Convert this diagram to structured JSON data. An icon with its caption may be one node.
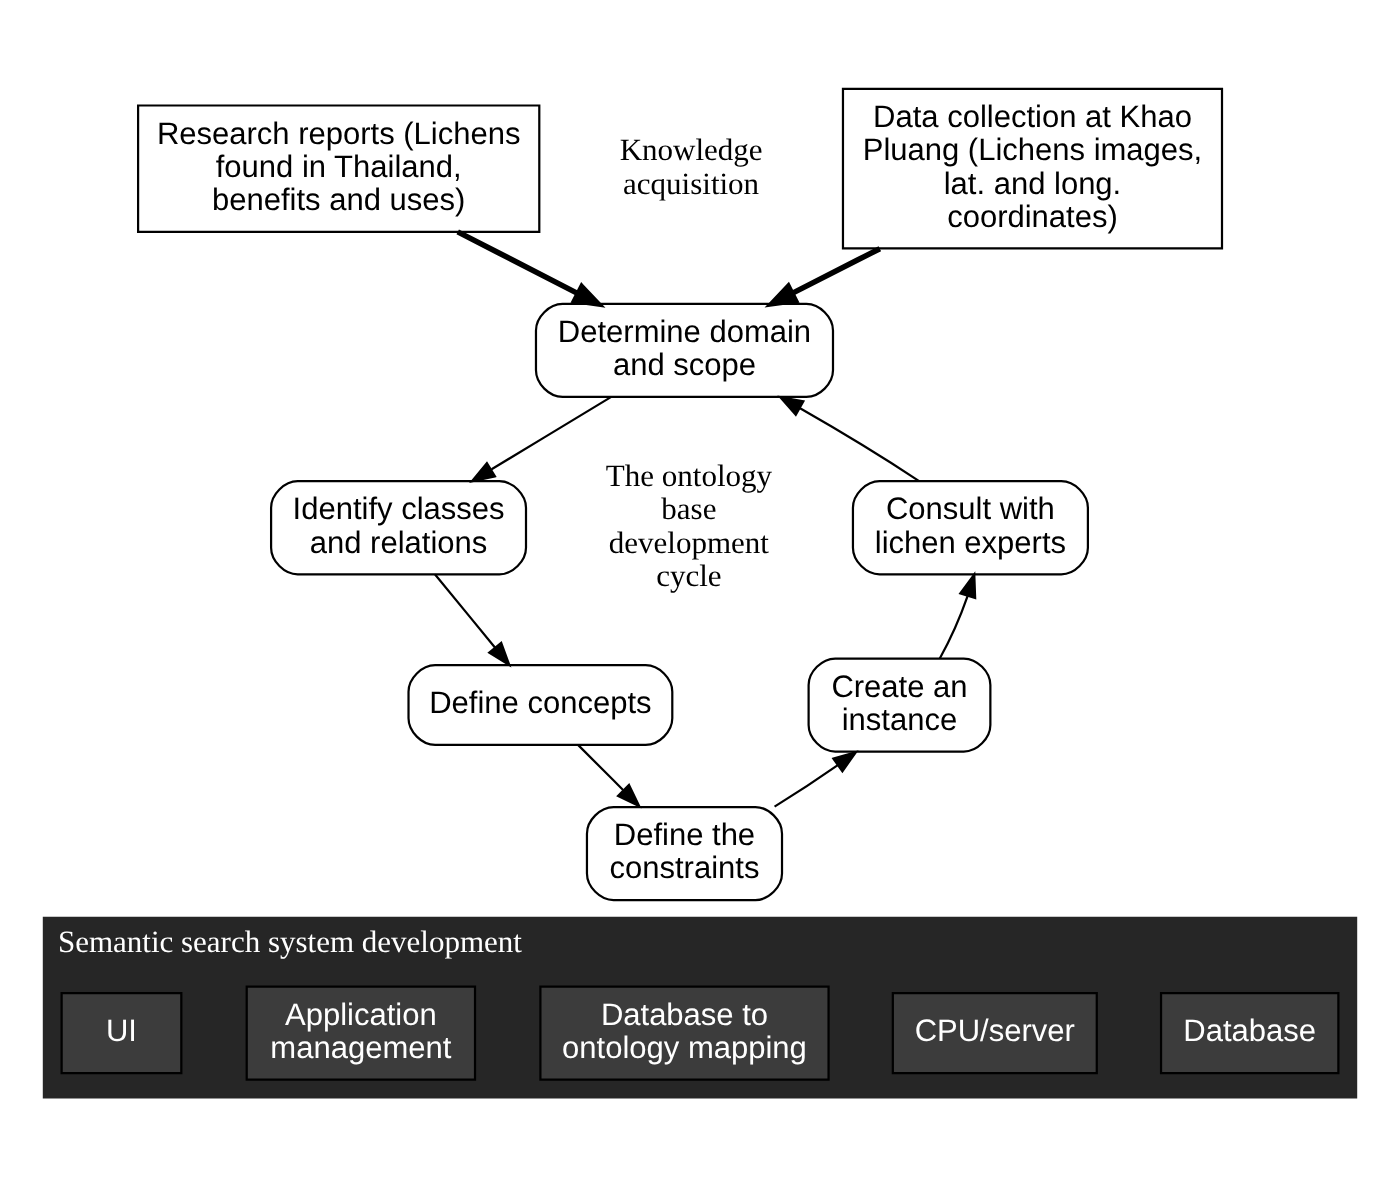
{
  "diagram": {
    "nodes": [
      {
        "text": [
          "Data collection at Khao Pluang (Lichens images, lat. and long. coordinates)"
        ]
      },
      {
        "text": [
          "Research reports (Lichens found in Thailand, benefits and uses)"
        ]
      },
      {
        "text": [
          "Determine domain and scope"
        ]
      },
      {
        "text": [
          "Identify classes and relations"
        ]
      },
      {
        "text": [
          "Define concepts"
        ]
      },
      {
        "text": [
          "Define the constraints"
        ]
      },
      {
        "text": [
          "Create an instance"
        ]
      },
      {
        "text": [
          "Consult with lichen experts"
        ]
      },
      {
        "text": [
          "Semantic search system development"
        ]
      },
      {
        "text": [
          "Database"
        ],
        "in": 8
      },
      {
        "text": [
          "CPU/server"
        ],
        "in": 8
      },
      {
        "text": [
          "Database to ontology mapping"
        ],
        "in": 8
      },
      {
        "text": [
          "Application management"
        ],
        "in": 8
      },
      {
        "text": [
          "UI"
        ],
        "in": 8
      }
    ],
    "edges": [
      {
        "from": 0,
        "to": 2,
        "arrow": "to",
        "style": "thick"
      },
      {
        "from": 1,
        "to": 2,
        "arrow": "to",
        "style": "thick"
      },
      {
        "from": 2,
        "to": 3,
        "arrow": "to"
      },
      {
        "from": 3,
        "to": 4,
        "arrow": "to"
      },
      {
        "from": 4,
        "to": 5,
        "arrow": "to"
      },
      {
        "from": 5,
        "to": 6,
        "arrow": "to"
      },
      {
        "from": 6,
        "to": 7,
        "arrow": "to"
      },
      {
        "from": 7,
        "to": 2,
        "arrow": "to"
      }
    ],
    "labels": [
      "Knowledge acquisition",
      "The ontology base development cycle"
    ]
  }
}
